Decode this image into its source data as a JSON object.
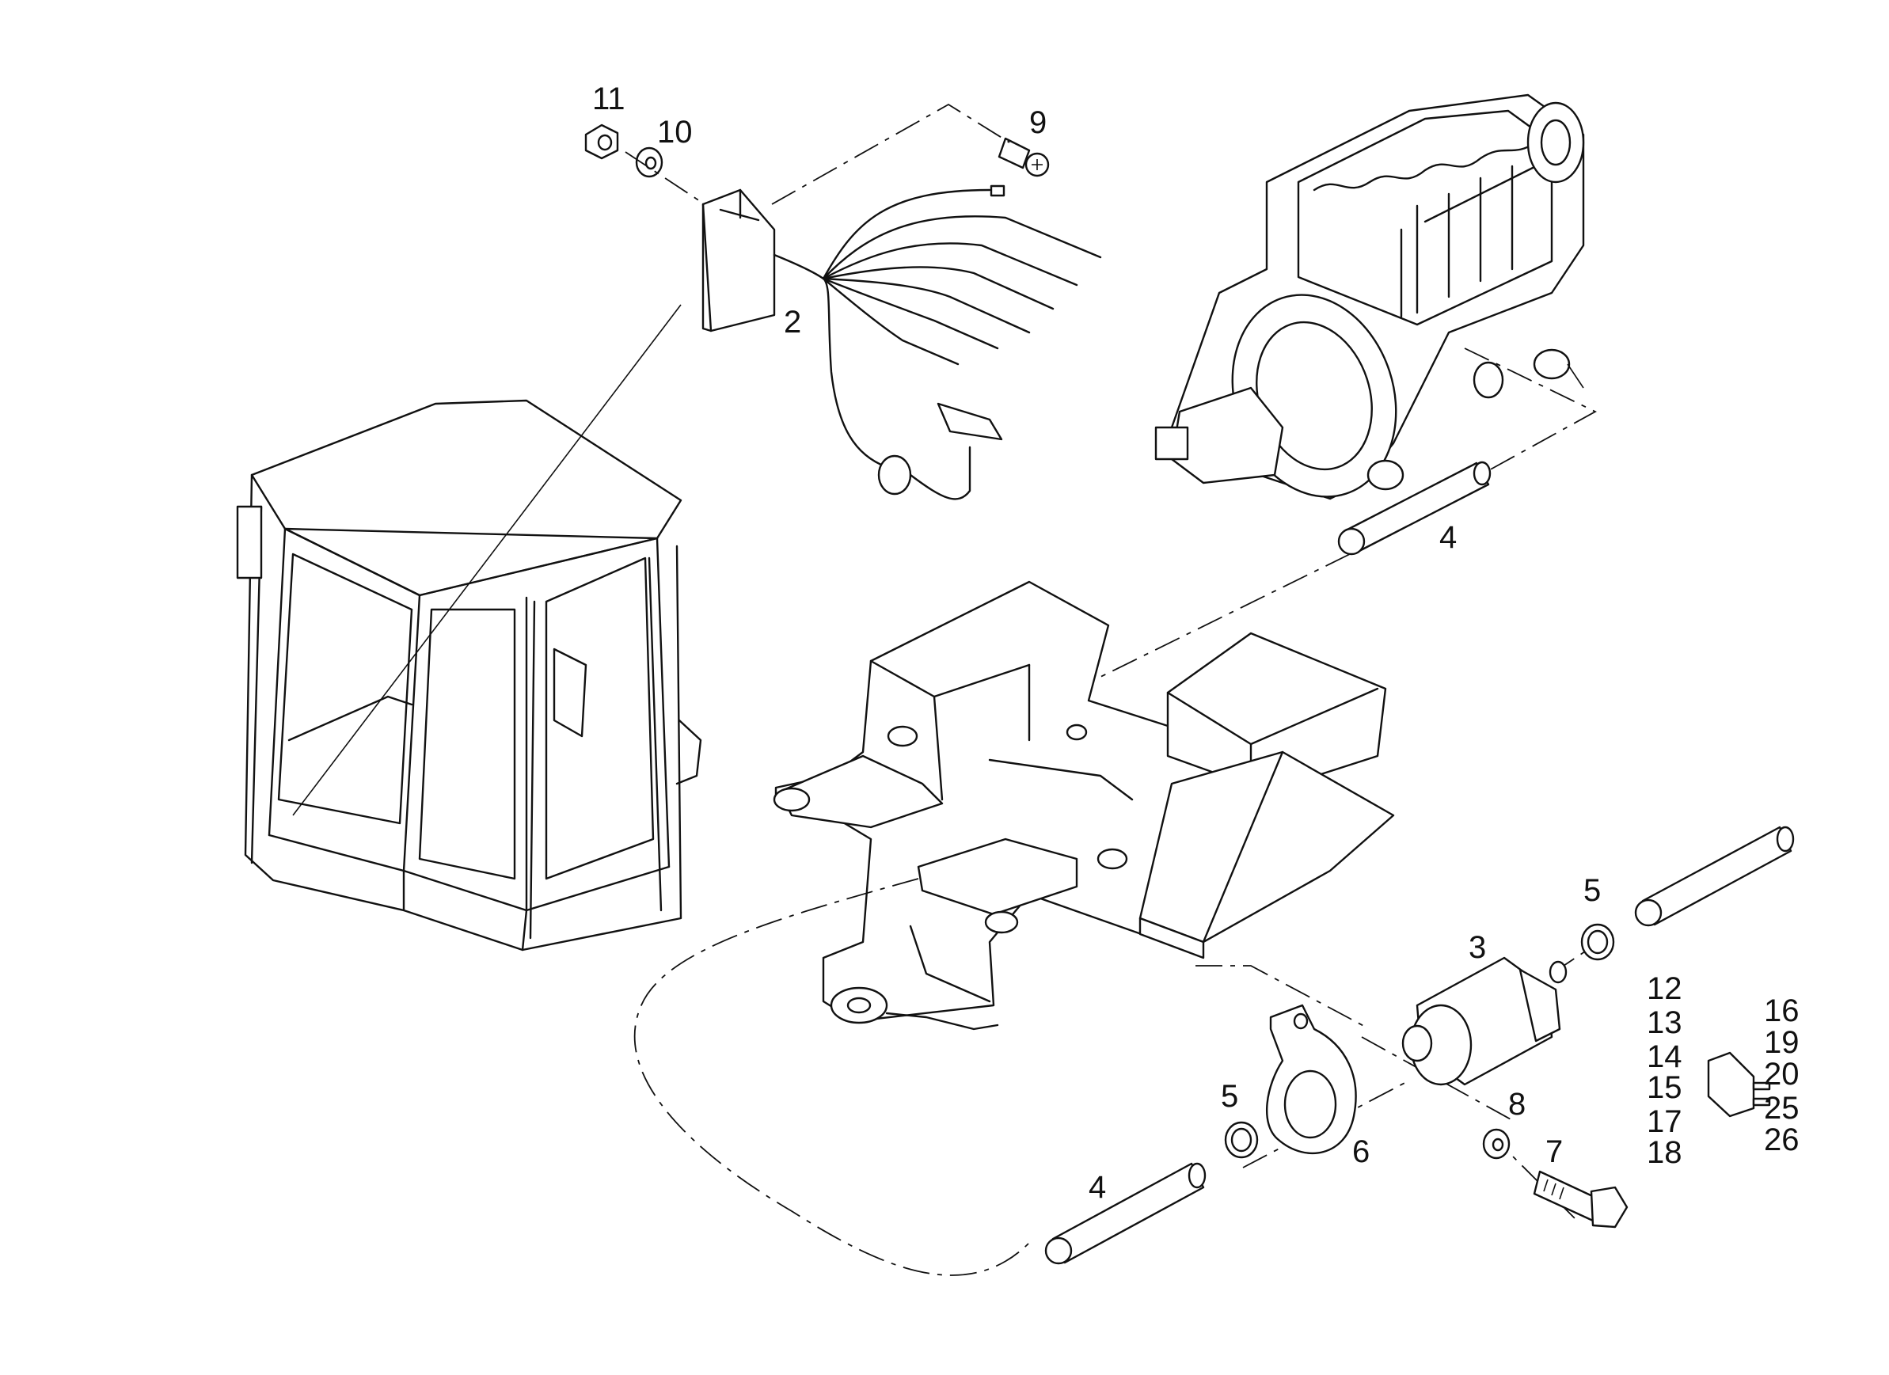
{
  "callouts": {
    "c11": "11",
    "c10": "10",
    "c9": "9",
    "c2": "2",
    "c4_top": "4",
    "c5_right": "5",
    "c3": "3",
    "c5_left": "5",
    "c6": "6",
    "c8": "8",
    "c7": "7",
    "c4_bottom": "4"
  },
  "kit_numbers_left": [
    "12",
    "13",
    "14",
    "15",
    "17",
    "18"
  ],
  "kit_numbers_right": [
    "16",
    "19",
    "20",
    "25",
    "26"
  ]
}
